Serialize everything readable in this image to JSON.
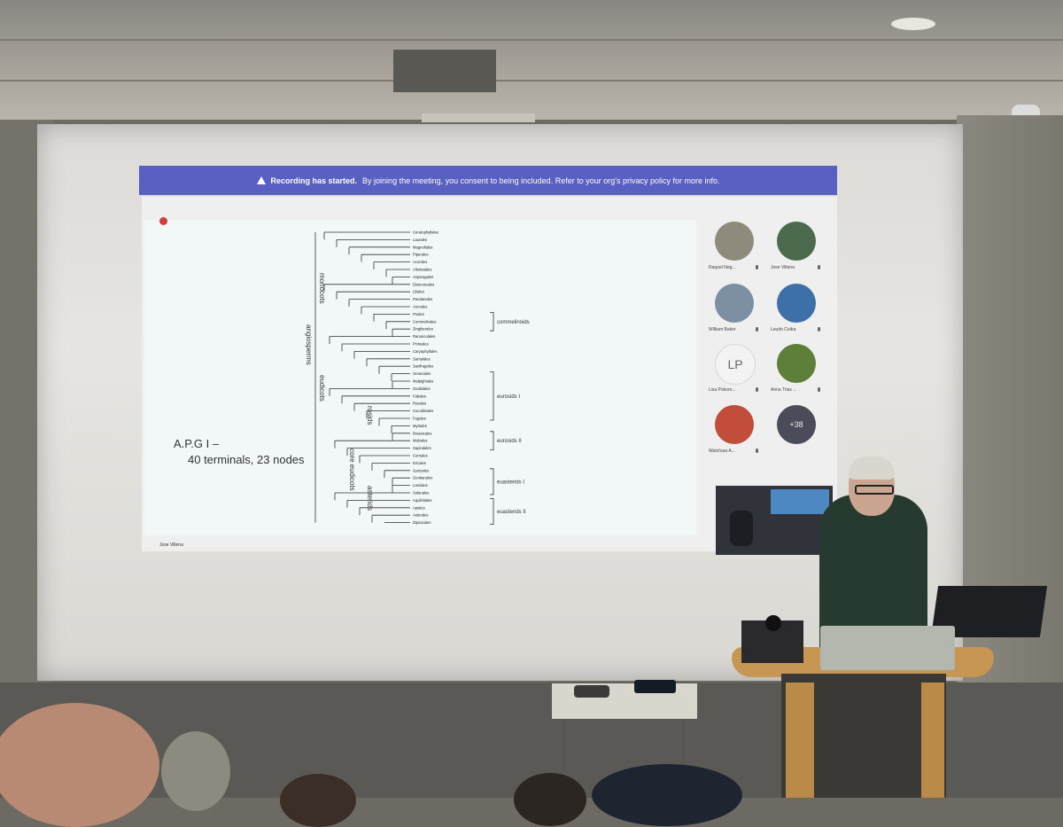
{
  "banner": {
    "bold": "Recording has started.",
    "text": "By joining the meeting, you consent to being included. Refer to your org's privacy policy for more info."
  },
  "slide": {
    "caption_line1": "A.P.G I –",
    "caption_line2": "40 terminals, 23 nodes",
    "clade_labels": [
      "angiosperms",
      "monocots",
      "eudicots",
      "core eudicots",
      "rosids",
      "asterids"
    ],
    "group_labels": [
      "commelinoids",
      "eurosids I",
      "eurosids II",
      "euasterids I",
      "euasterids II"
    ],
    "terminals": [
      "Ceratophyllales",
      "Laurales",
      "Magnoliales",
      "Piperales",
      "Acorales",
      "Alismatales",
      "Asparagales",
      "Dioscoreales",
      "Liliales",
      "Pandanales",
      "Arecales",
      "Poales",
      "Commelinales",
      "Zingiberales",
      "Ranunculales",
      "Proteales",
      "Caryophyllales",
      "Santalales",
      "Saxifragales",
      "Geraniales",
      "Malpighiales",
      "Oxalidales",
      "Fabales",
      "Rosales",
      "Cucurbitales",
      "Fagales",
      "Myrtales",
      "Brassicales",
      "Malvales",
      "Sapindales",
      "Cornales",
      "Ericales",
      "Garryales",
      "Gentianales",
      "Lamiales",
      "Solanales",
      "Aquifoliales",
      "Apiales",
      "Asterales",
      "Dipsacales"
    ]
  },
  "presenter_name": "Jose Villena",
  "participants": [
    {
      "name": "Raquel Neg...",
      "initials": ""
    },
    {
      "name": "Jose Villena",
      "initials": ""
    },
    {
      "name": "William Baker",
      "initials": ""
    },
    {
      "name": "Leudo Ceiba",
      "initials": ""
    },
    {
      "name": "Lisa Pokorn...",
      "initials": "LP"
    },
    {
      "name": "Anna Trias ...",
      "initials": ""
    },
    {
      "name": "Watchara A...",
      "initials": ""
    }
  ],
  "more_count": "+38",
  "colors": {
    "banner": "#5a5fc2",
    "podium": "#c79653",
    "jacket": "#263a30"
  }
}
